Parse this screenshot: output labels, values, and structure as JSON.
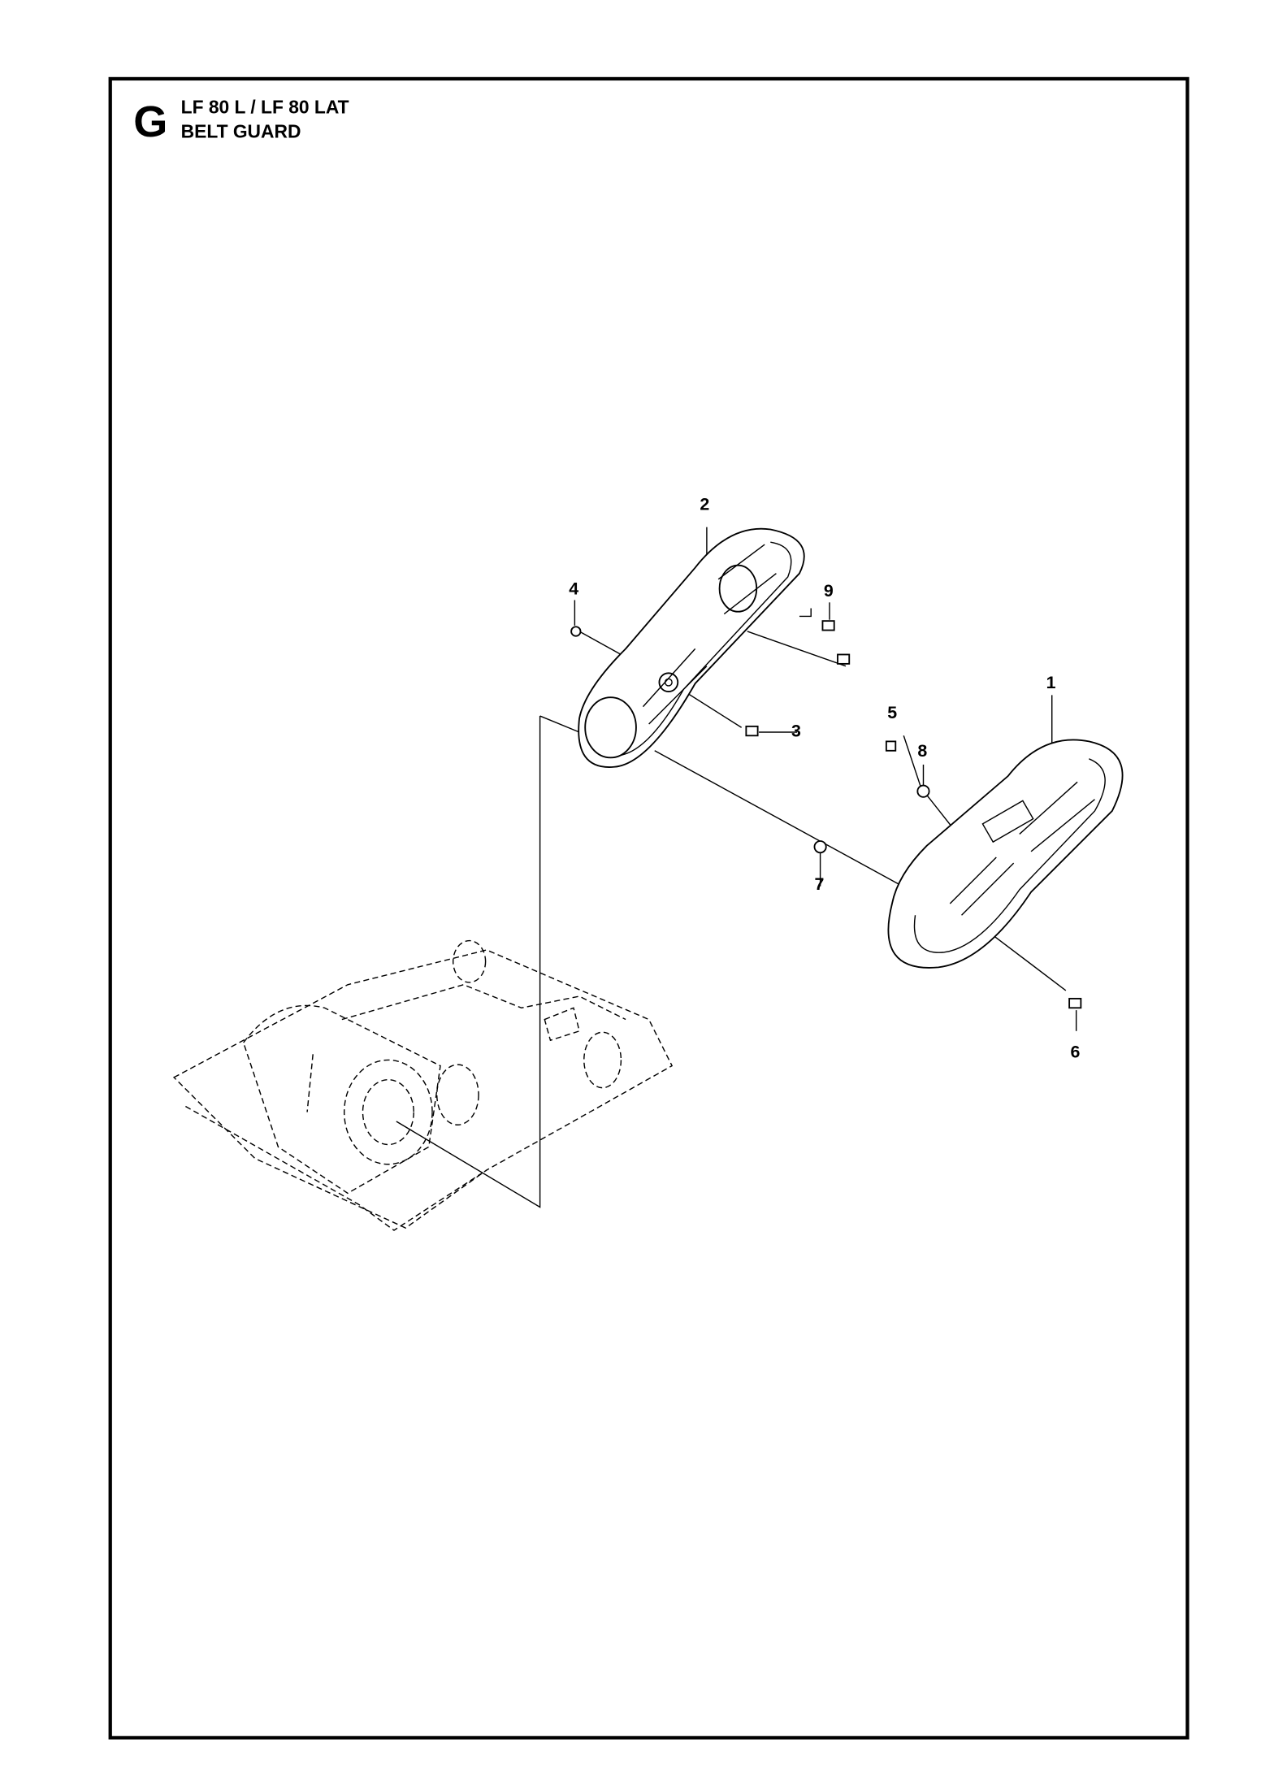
{
  "header": {
    "section_letter": "G",
    "model": "LF 80 L / LF 80 LAT",
    "title": "BELT GUARD"
  },
  "callouts": [
    "1",
    "2",
    "3",
    "4",
    "5",
    "6",
    "7",
    "8",
    "9"
  ]
}
